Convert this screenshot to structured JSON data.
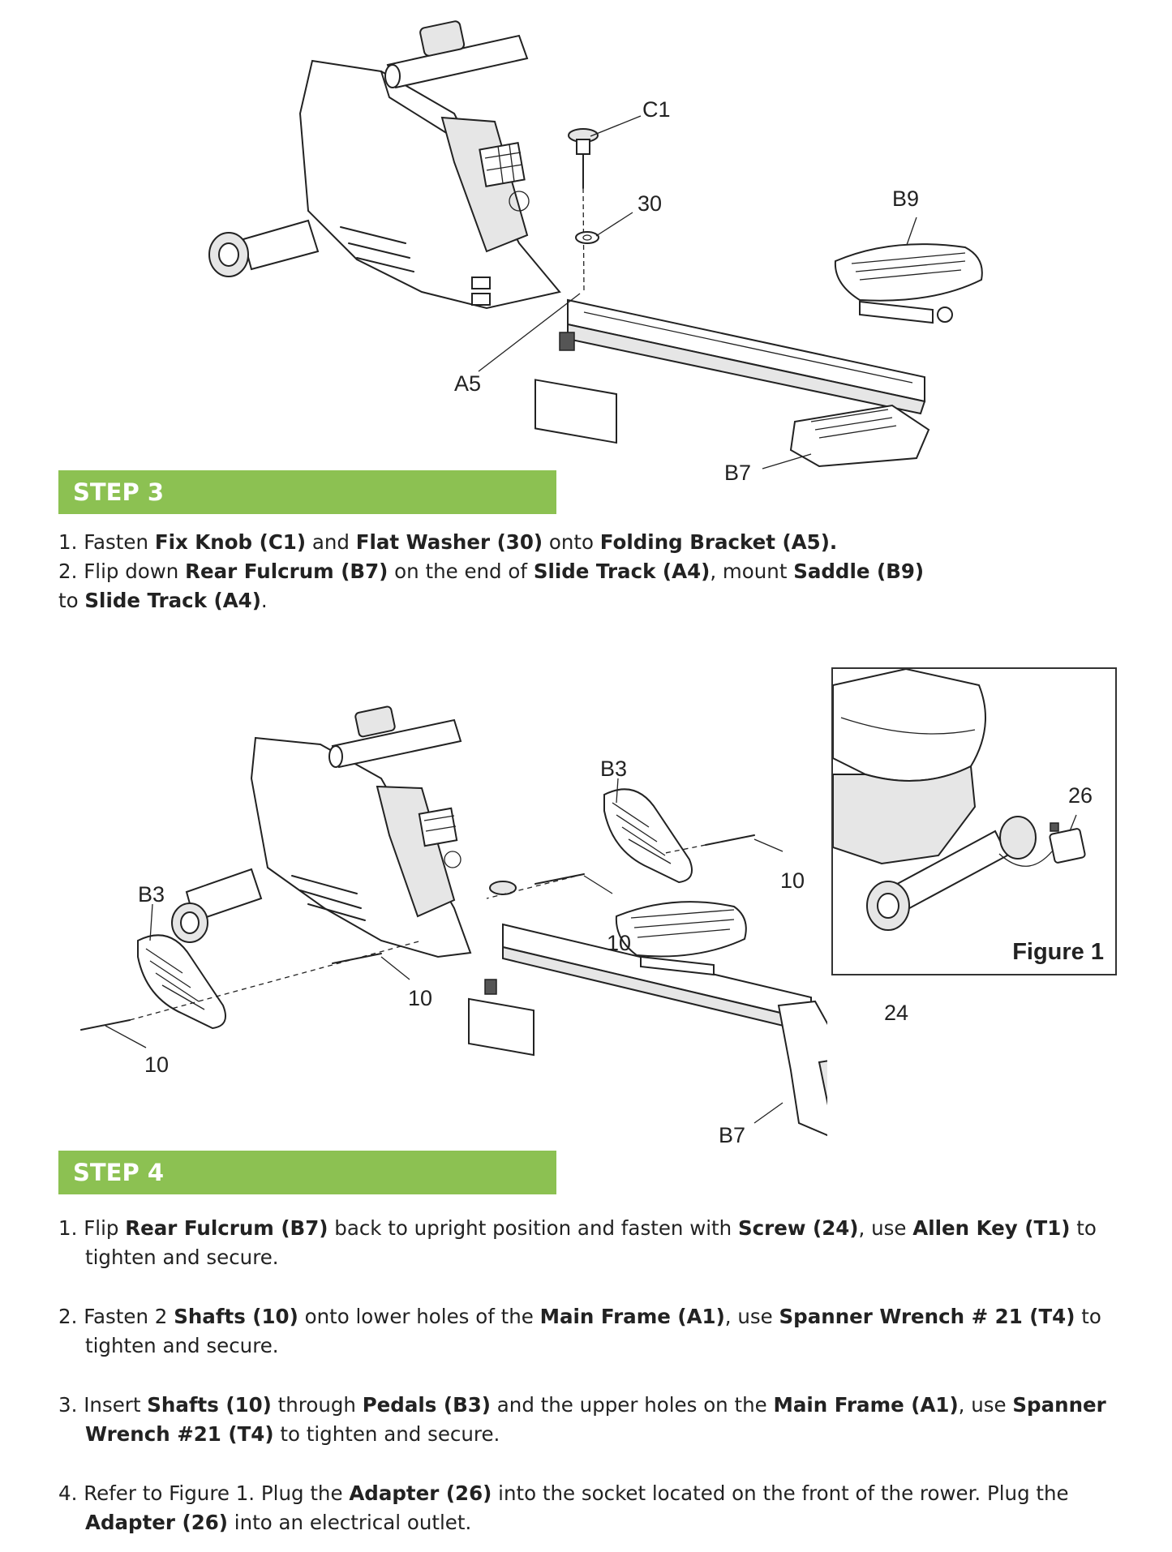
{
  "step3": {
    "title": "STEP 3",
    "callouts": {
      "c1": "C1",
      "n30": "30",
      "b9": "B9",
      "a5": "A5",
      "b7": "B7"
    },
    "line1": {
      "num": "1.",
      "t1": "Fasten",
      "fix_knob": "Fix Knob (C1)",
      "t2": "and",
      "flat_washer": "Flat Washer (30)",
      "t3": "onto",
      "folding_bracket": "Folding Bracket (A5)."
    },
    "line2": {
      "num": "2.",
      "t1": "Flip down",
      "rear_fulcrum": "Rear Fulcrum (B7)",
      "t2": "on the end of",
      "slide_track": "Slide Track (A4)",
      "t3": ", mount",
      "saddle": "Saddle (B9)"
    },
    "line3": {
      "t1": "to",
      "slide_track": "Slide Track (A4)",
      "t2": "."
    }
  },
  "step4": {
    "title": "STEP 4",
    "callouts": {
      "b3_top": "B3",
      "b3_left": "B3",
      "ten_a": "10",
      "ten_b": "10",
      "ten_c": "10",
      "ten_d": "10",
      "n24": "24",
      "b7": "B7",
      "n26": "26"
    },
    "figure_label": "Figure 1",
    "item1": {
      "num": "1.",
      "t1": "Flip",
      "rear_fulcrum": "Rear Fulcrum (B7)",
      "t2": "back to upright position and fasten with",
      "screw": "Screw (24)",
      "t3": ", use",
      "allen_key": "Allen Key (T1)",
      "t4": "to",
      "t5": "tighten and secure."
    },
    "item2": {
      "num": "2.",
      "t1": "Fasten 2",
      "shafts": "Shafts (10)",
      "t2": "onto lower holes of the",
      "main_frame": "Main Frame (A1)",
      "t3": ", use",
      "wrench": "Spanner Wrench # 21 (T4)",
      "t4": "to",
      "t5": "tighten and secure."
    },
    "item3": {
      "num": "3.",
      "t1": "Insert",
      "shafts": "Shafts (10)",
      "t2": "through",
      "pedals": "Pedals (B3)",
      "t3": "and the upper holes on the",
      "main_frame": "Main Frame (A1)",
      "t4": ", use",
      "spanner": "Spanner",
      "wrench": "Wrench #21 (T4)",
      "t5": "to tighten and secure."
    },
    "item4": {
      "num": "4.",
      "t1": "Refer to Figure 1. Plug the",
      "adapter": "Adapter (26)",
      "t2": "into the socket located on the front of the rower. Plug the",
      "adapter2": "Adapter (26)",
      "t3": "into an electrical outlet."
    }
  }
}
